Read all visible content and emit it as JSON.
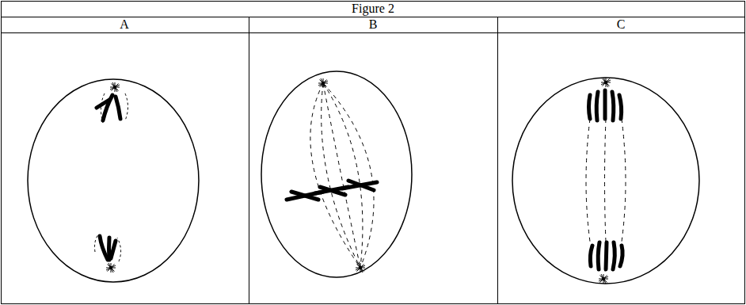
{
  "diagram": {
    "title": "Figure 2",
    "labels": [
      "A",
      "B",
      "C"
    ]
  }
}
